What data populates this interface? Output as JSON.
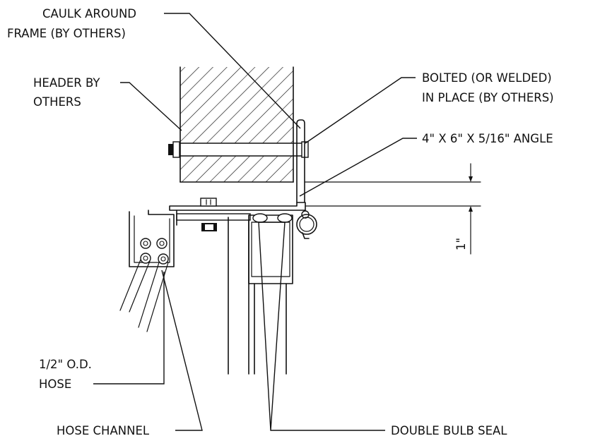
{
  "labels": {
    "caulk_line1": "CAULK AROUND",
    "caulk_line2": "FRAME (BY OTHERS)",
    "header_line1": "HEADER BY",
    "header_line2": "OTHERS",
    "bolted_line1": "BOLTED (OR WELDED)",
    "bolted_line2": "IN PLACE (BY OTHERS)",
    "angle": "4\" X 6\" X 5/16\" ANGLE",
    "dimension": "1\"",
    "hose_line1": "1/2\" O.D.",
    "hose_line2": "HOSE",
    "hose_channel": "HOSE CHANNEL",
    "double_bulb_seal": "DOUBLE BULB SEAL"
  },
  "colors": {
    "line": "#111111",
    "background": "#ffffff"
  }
}
